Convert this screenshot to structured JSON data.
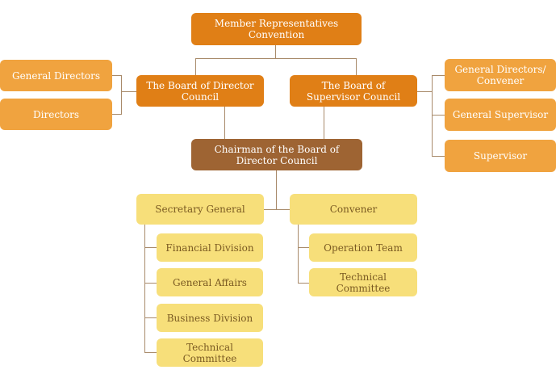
{
  "top": {
    "label": "Member Representatives Convention"
  },
  "board_director": {
    "label": "The Board of Director Council"
  },
  "board_supervisor": {
    "label": "The Board of Supervisor Council"
  },
  "left_items": [
    "General Directors",
    "Directors"
  ],
  "right_items": [
    "General Directors/ Convener",
    "General Supervisor",
    "Supervisor"
  ],
  "chairman": {
    "label": "Chairman of the Board of Director Council"
  },
  "secretary": {
    "label": "Secretary General",
    "children": [
      "Financial Division",
      "General Affairs",
      "Business Division",
      "Technical Committee"
    ]
  },
  "convener": {
    "label": "Convener",
    "children": [
      "Operation Team",
      "Technical Committee"
    ]
  },
  "colors": {
    "orange": "#e07f16",
    "light_orange": "#f0a33f",
    "brown": "#9e6433",
    "yellow": "#f7df7a",
    "line": "#a88a6a"
  }
}
